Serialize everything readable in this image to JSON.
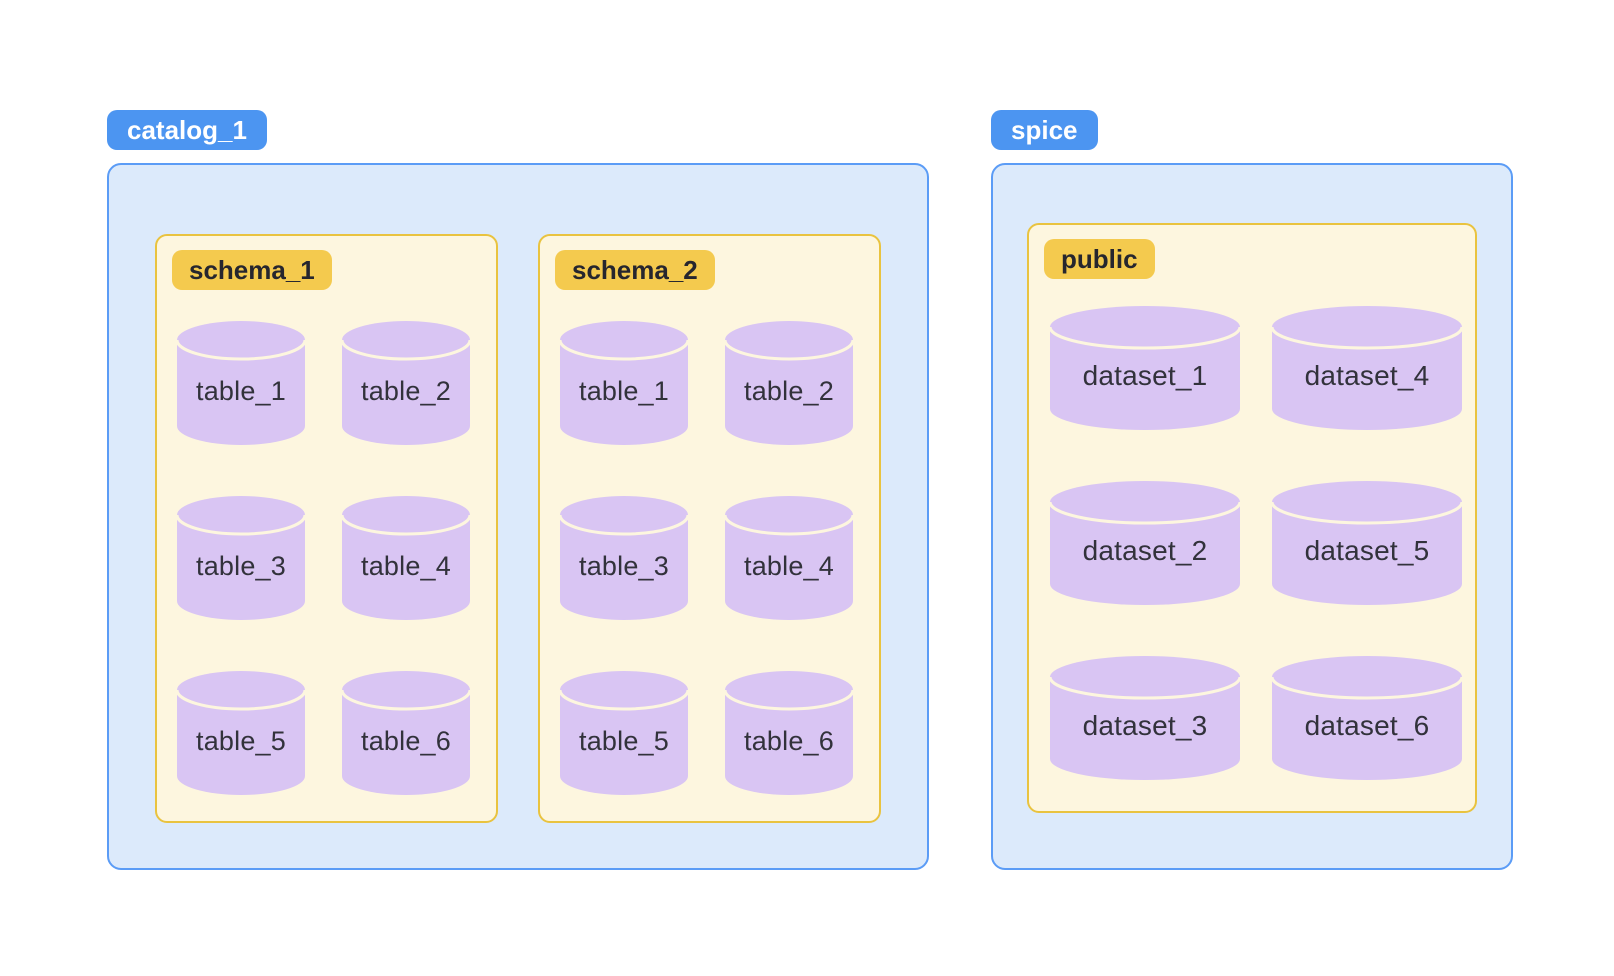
{
  "colors": {
    "blue_badge": "#4C95F1",
    "blue_border": "#5B9CF6",
    "blue_fill": "#DCEAFB",
    "yellow_badge": "#F4CA4E",
    "yellow_border": "#E9C33F",
    "cream_fill": "#FDF6DF",
    "cylinder_fill": "#D9C5F3",
    "label_text": "#32323B",
    "badge_text_light": "#FFFFFF",
    "badge_text_dark": "#26262E"
  },
  "catalogs": [
    {
      "label": "catalog_1",
      "schemas": [
        {
          "label": "schema_1",
          "items": [
            "table_1",
            "table_2",
            "table_3",
            "table_4",
            "table_5",
            "table_6"
          ]
        },
        {
          "label": "schema_2",
          "items": [
            "table_1",
            "table_2",
            "table_3",
            "table_4",
            "table_5",
            "table_6"
          ]
        }
      ]
    },
    {
      "label": "spice",
      "schemas": [
        {
          "label": "public",
          "items": [
            "dataset_1",
            "dataset_2",
            "dataset_3",
            "dataset_4",
            "dataset_5",
            "dataset_6"
          ]
        }
      ]
    }
  ]
}
